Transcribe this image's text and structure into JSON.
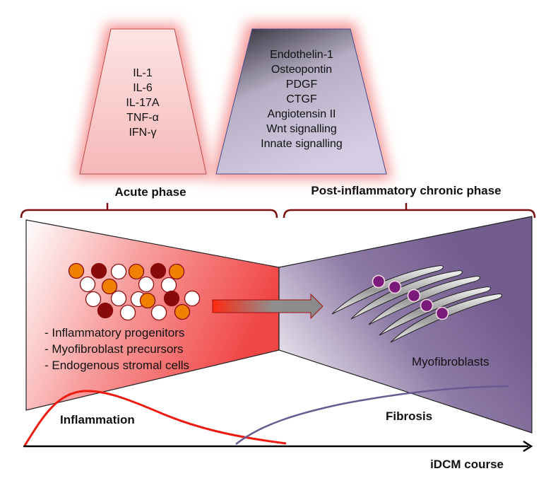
{
  "mediators": {
    "acute": {
      "items": [
        "IL-1",
        "IL-6",
        "IL-17A",
        "TNF-α",
        "IFN-γ"
      ],
      "fill_color": "#f8c4c4",
      "border_color": "#c04040"
    },
    "chronic": {
      "items": [
        "Endothelin-1",
        "Osteopontin",
        "PDGF",
        "CTGF",
        "Angiotensin II",
        "Wnt signalling",
        "Innate signalling"
      ],
      "fill_color": "#cfc8de",
      "border_color": "#4a4a8a"
    },
    "glow_color": "#f59a9a"
  },
  "phases": {
    "acute_label": "Acute phase",
    "chronic_label": "Post-inflammatory chronic phase",
    "bracket_color": "#7a1010"
  },
  "acute_panel": {
    "cell_types": [
      "- Inflammatory progenitors",
      "- Myofibroblast precursors",
      "- Endogenous stromal cells"
    ],
    "cells": [
      {
        "color": "orange"
      },
      {
        "color": "dark"
      },
      {
        "color": "white"
      },
      {
        "color": "orange"
      },
      {
        "color": "dark"
      },
      {
        "color": "orange"
      },
      {
        "color": "white"
      },
      {
        "color": "orange"
      },
      {
        "color": "white"
      },
      {
        "color": "white"
      },
      {
        "color": "white"
      },
      {
        "color": "white"
      },
      {
        "color": "white"
      },
      {
        "color": "orange"
      },
      {
        "color": "dark"
      },
      {
        "color": "white"
      },
      {
        "color": "dark"
      },
      {
        "color": "white"
      },
      {
        "color": "white"
      },
      {
        "color": "orange"
      }
    ],
    "cell_colors": {
      "orange": "#f08000",
      "dark": "#8a0a0a",
      "white": "#ffffff",
      "stroke": "#8a0a0a"
    },
    "gradient_colors": [
      "#ffffff",
      "#f04040"
    ]
  },
  "chronic_panel": {
    "label": "Myofibroblasts",
    "myofibroblast_count": 5,
    "nucleus_color": "#7a1a7a",
    "gradient_colors": [
      "#e8e4ee",
      "#76608f"
    ]
  },
  "transition_arrow": {
    "gradient_colors": [
      "#ff2a10",
      "#8c8c8c"
    ],
    "border_color": "#a01010"
  },
  "timeline": {
    "axis_label": "iDCM course",
    "inflammation_label": "Inflammation",
    "fibrosis_label": "Fibrosis",
    "inflammation_color": "#ee1a10",
    "fibrosis_color": "#6a5a92"
  }
}
